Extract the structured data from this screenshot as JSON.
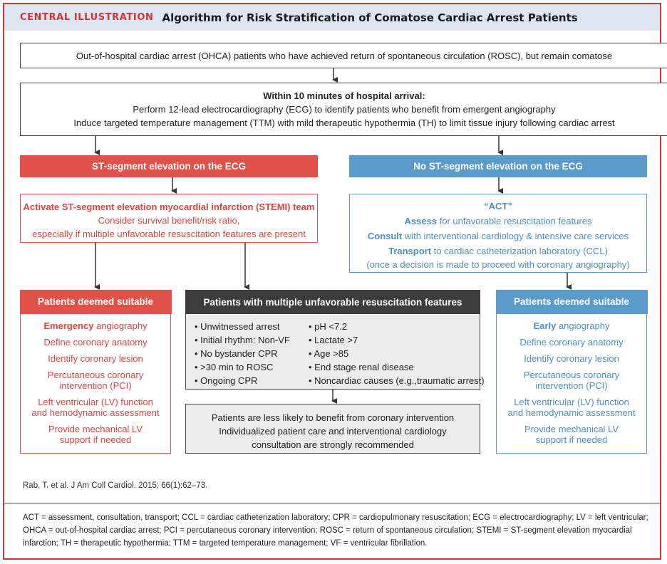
{
  "header": {
    "tag": "CENTRAL ILLUSTRATION",
    "title": "Algorithm for Risk Stratification of Comatose Cardiac Arrest Patients"
  },
  "top_box": {
    "text": "Out-of-hospital cardiac arrest (OHCA) patients who have achieved return of spontaneous circulation (ROSC), but remain comatose"
  },
  "within_box": {
    "heading": "Within 10 minutes of hospital arrival:",
    "line1": "Perform 12-lead electrocardiography (ECG) to identify patients who benefit from emergent angiography",
    "line2": "Induce targeted temperature management (TTM) with mild therapeutic hypothermia (TH) to limit tissue injury following cardiac arrest"
  },
  "st_elevation": {
    "label": "ST-segment elevation on the ECG"
  },
  "no_st_elevation": {
    "label": "No ST-segment elevation on the ECG"
  },
  "stemi_box": {
    "title": "Activate ST-segment elevation myocardial infarction (STEMI) team",
    "line1": "Consider survival benefit/risk ratio,",
    "line2": "especially if multiple unfavorable resuscitation features are present"
  },
  "act_box": {
    "title": "“ACT”",
    "assess_bold": "Assess",
    "assess_rest": " for unfavorable resuscitation features",
    "consult_bold": "Consult",
    "consult_rest": " with interventional cardiology & intensive care services",
    "transport_bold": "Transport",
    "transport_rest": " to cardiac catheterization laboratory (CCL)",
    "transport_line2": "(once a decision is made to proceed with coronary angiography)"
  },
  "suitable_left": {
    "header": "Patients deemed suitable",
    "first_bold": "Emergency",
    "first_rest": " angiography",
    "items": [
      "Define coronary anatomy",
      "Identify coronary lesion",
      "Percutaneous coronary\nintervention (PCI)",
      "Left ventricular (LV) function\nand hemodynamic assessment",
      "Provide mechanical LV\nsupport if needed"
    ]
  },
  "suitable_right": {
    "header": "Patients deemed suitable",
    "first_bold": "Early",
    "first_rest": " angiography",
    "items": [
      "Define coronary anatomy",
      "Identify coronary lesion",
      "Percutaneous coronary\nintervention (PCI)",
      "Left ventricular (LV) function\nand hemodynamic assessment",
      "Provide mechanical LV\nsupport if needed"
    ]
  },
  "unfavorable": {
    "header": "Patients with multiple unfavorable resuscitation features",
    "left_items": [
      "Unwitnessed arrest",
      "Initial rhythm: Non-VF",
      "No bystander CPR",
      ">30 min to ROSC",
      "Ongoing CPR"
    ],
    "right_items": [
      "pH <7.2",
      "Lactate >7",
      "Age >85",
      "End stage renal disease",
      "Noncardiac causes (e.g.,traumatic arrest)"
    ]
  },
  "less_likely": {
    "line1": "Patients are less likely to benefit from coronary intervention",
    "line2": "Individualized patient care and interventional cardiology",
    "line3": "consultation are strongly recommended"
  },
  "citation": "Rab, T. et al. J Am Coll Cardiol. 2015; 66(1):62–73.",
  "footnote": "ACT = assessment, consultation, transport; CCL = cardiac catheterization laboratory; CPR = cardiopulmonary resuscitation; ECG = electrocardiography; LV = left ventricular; OHCA = out-of-hospital cardiac arrest; PCI = percutaneous coronary intervention; ROSC = return of spontaneous circulation; STEMI = ST-segment elevation myocardial infarction; TH = therapeutic hypothermia; TTM = targeted temperature management; VF = ventricular fibrillation.",
  "colors": {
    "red": "#e0514a",
    "blue": "#5b9bcb",
    "dark": "#3c3c3c",
    "header_bg": "#dde6ee",
    "border_red": "#d3333a"
  }
}
